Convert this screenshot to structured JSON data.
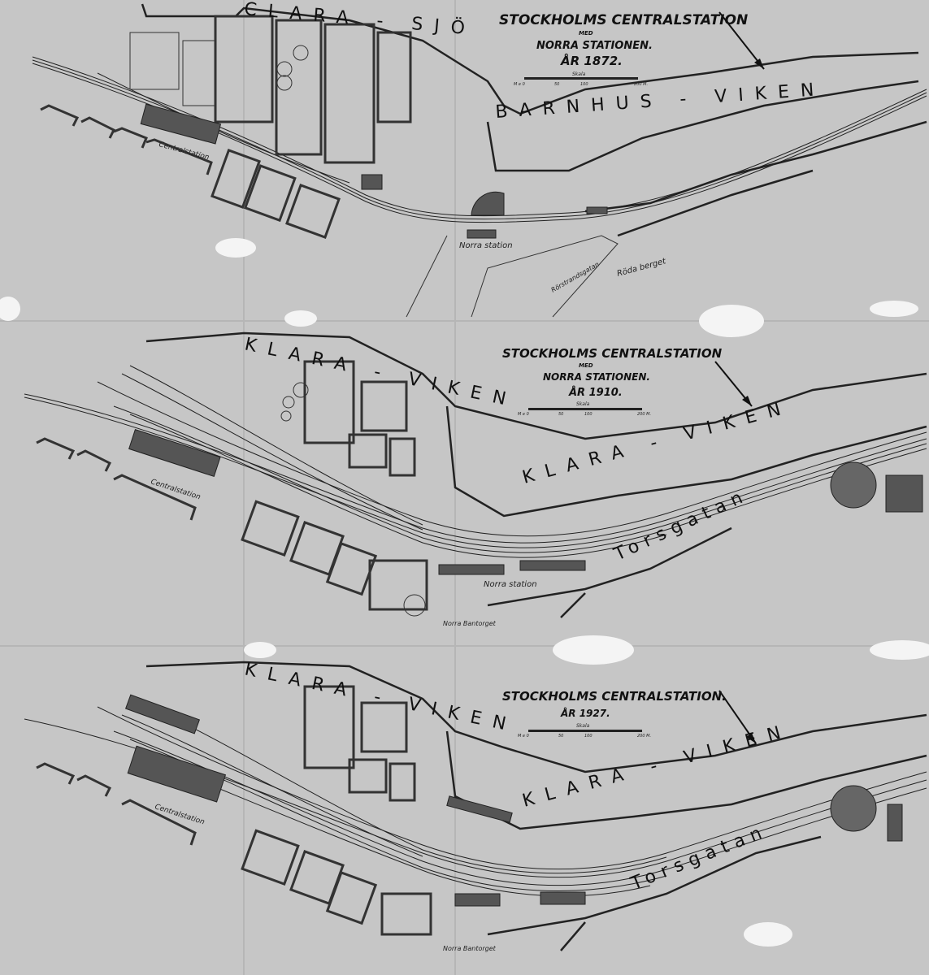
{
  "panels": [
    {
      "title": "STOCKHOLMS CENTRALSTATION",
      "med": "MED",
      "subtitle": "NORRA STATIONEN.",
      "year": "ÅR 1872.",
      "scale_label": "Skala",
      "scale_ticks": [
        "M e 0",
        "50",
        "100",
        "200 M."
      ],
      "water_upper": "CLARA - SJÖ",
      "water_main": "BARNHUS - VIKEN",
      "labels": [
        "Centralstation",
        "Norra station",
        "Röda berget",
        "Rörstrandsgatan"
      ]
    },
    {
      "title": "STOCKHOLMS CENTRALSTATION",
      "med": "MED",
      "subtitle": "NORRA STATIONEN.",
      "year": "ÅR 1910.",
      "scale_label": "Skala",
      "scale_ticks": [
        "M e 0",
        "50",
        "100",
        "200 M."
      ],
      "water_upper": "KLARA - VIKEN",
      "water_main": "KLARA - VIKEN",
      "labels": [
        "Centralstation",
        "Norra station",
        "Norra Bantorget",
        "Torsgatan"
      ]
    },
    {
      "title": "STOCKHOLMS CENTRALSTATION.",
      "year": "ÅR 1927.",
      "scale_label": "Skala",
      "scale_ticks": [
        "M e 0",
        "50",
        "100",
        "200 M."
      ],
      "water_upper": "KLARA - VIKEN",
      "water_main": "KLARA - VIKEN",
      "labels": [
        "Centralstation",
        "Norra Bantorget",
        "Torsgatan"
      ]
    }
  ]
}
